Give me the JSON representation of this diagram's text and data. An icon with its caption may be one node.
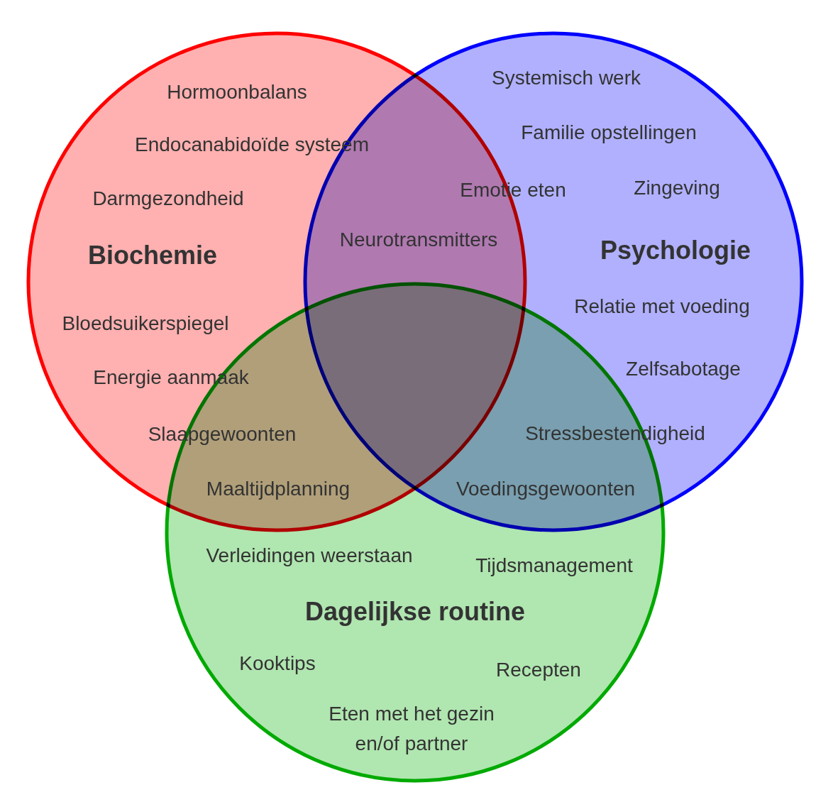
{
  "diagram": {
    "nodes": [
      {
        "text": [
          "Biochemie"
        ]
      },
      {
        "text": [
          "Psychologie"
        ]
      },
      {
        "text": [
          "Dagelijkse routine"
        ]
      }
    ],
    "edges": [],
    "labels": [
      "Systemisch werk",
      "Hormoonbalans",
      "Familie opstellingen",
      "Endocanabidoïde systeem",
      "Zingeving",
      "Emotie eten",
      "Darmgezondheid",
      "Neurotransmitters",
      "Relatie met voeding",
      "Bloedsuikerspiegel",
      "Zelfsabotage",
      "Energie aanmaak",
      "Stressbestendigheid",
      "Slaapgewoonten",
      "Maaltijdplanning",
      "Voedingsgewoonten",
      "Verleidingen weerstaan",
      "Tijdsmanagement",
      "Kooktips",
      "Recepten",
      "Eten met het gezin en/of partner"
    ]
  }
}
